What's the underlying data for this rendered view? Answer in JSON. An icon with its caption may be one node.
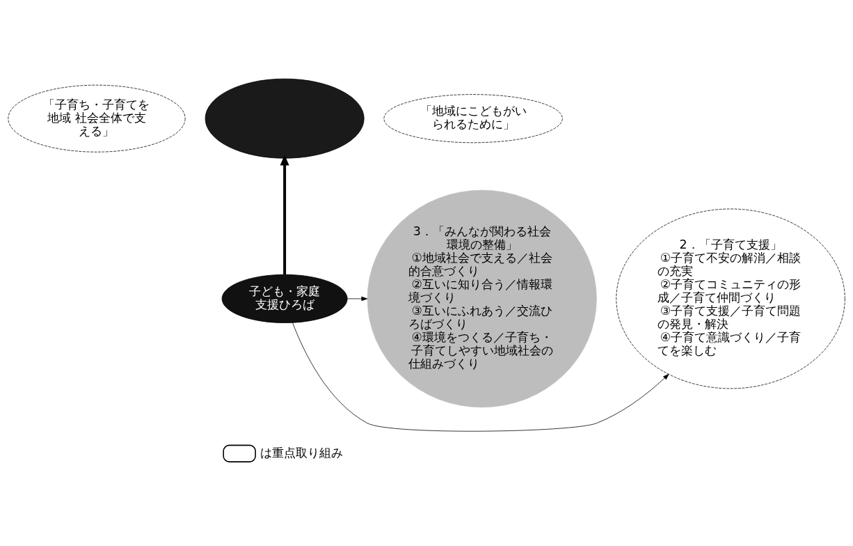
{
  "diagram": {
    "nodes": [
      {
        "text": [],
        "shape": "ellipse"
      },
      {
        "text": [
          "「子育ち・子育てを地域 社会全体で支える」"
        ]
      },
      {
        "text": [
          "「地域にこどもがいられるために」"
        ]
      },
      {
        "text": [
          "2．「子育て支援」",
          "①子育て不安の解消／相談の充実",
          "②子育てコミュニティの形成／子育て仲間づくり",
          "③子育て支援／子育て問題の発見・解決",
          "④子育て意識づくり／子育てを楽しむ"
        ]
      },
      {
        "text": [
          "3．「みんなが関わる社会環境の整備」",
          "①地域社会で支える／社会的合意づくり",
          "②互いに知り合う／情報環境づくり",
          "③互いにふれあう／交流ひろばづくり",
          "④環境をつくる／子育ち・子育てしやすい地域社会の仕組みづくり"
        ]
      },
      {
        "text": [
          "子ども・家庭支援ひろば"
        ]
      }
    ],
    "edges": [
      {
        "from": 5,
        "to": 0,
        "arrow": "to",
        "style": "thick"
      },
      {
        "from": 5,
        "to": 3,
        "arrow": "to"
      },
      {
        "from": 5,
        "to": 4,
        "arrow": "to"
      }
    ],
    "legend": [
      {
        "text": "は重点取り組み"
      }
    ]
  }
}
